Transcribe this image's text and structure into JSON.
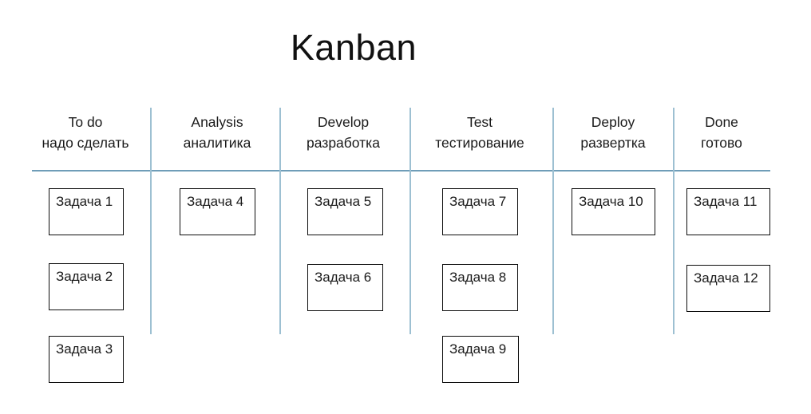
{
  "title": "Kanban",
  "colors": {
    "background": "#ffffff",
    "text": "#1a1a1a",
    "divider_line": "#9dc0d2",
    "header_underline": "#6f9db8",
    "card_border": "#0d0d0d"
  },
  "columns": [
    {
      "title_en": "To do",
      "title_ru": "надо сделать",
      "tasks": [
        "Задача 1",
        "Задача 2",
        "Задача 3"
      ]
    },
    {
      "title_en": "Analysis",
      "title_ru": "аналитика",
      "tasks": [
        "Задача 4"
      ]
    },
    {
      "title_en": "Develop",
      "title_ru": "разработка",
      "tasks": [
        "Задача 5",
        "Задача 6"
      ]
    },
    {
      "title_en": "Test",
      "title_ru": "тестирование",
      "tasks": [
        "Задача 7",
        "Задача 8",
        "Задача 9"
      ]
    },
    {
      "title_en": "Deploy",
      "title_ru": "развертка",
      "tasks": [
        "Задача 10"
      ]
    },
    {
      "title_en": "Done",
      "title_ru": "готово",
      "tasks": [
        "Задача 11",
        "Задача 12"
      ]
    }
  ]
}
